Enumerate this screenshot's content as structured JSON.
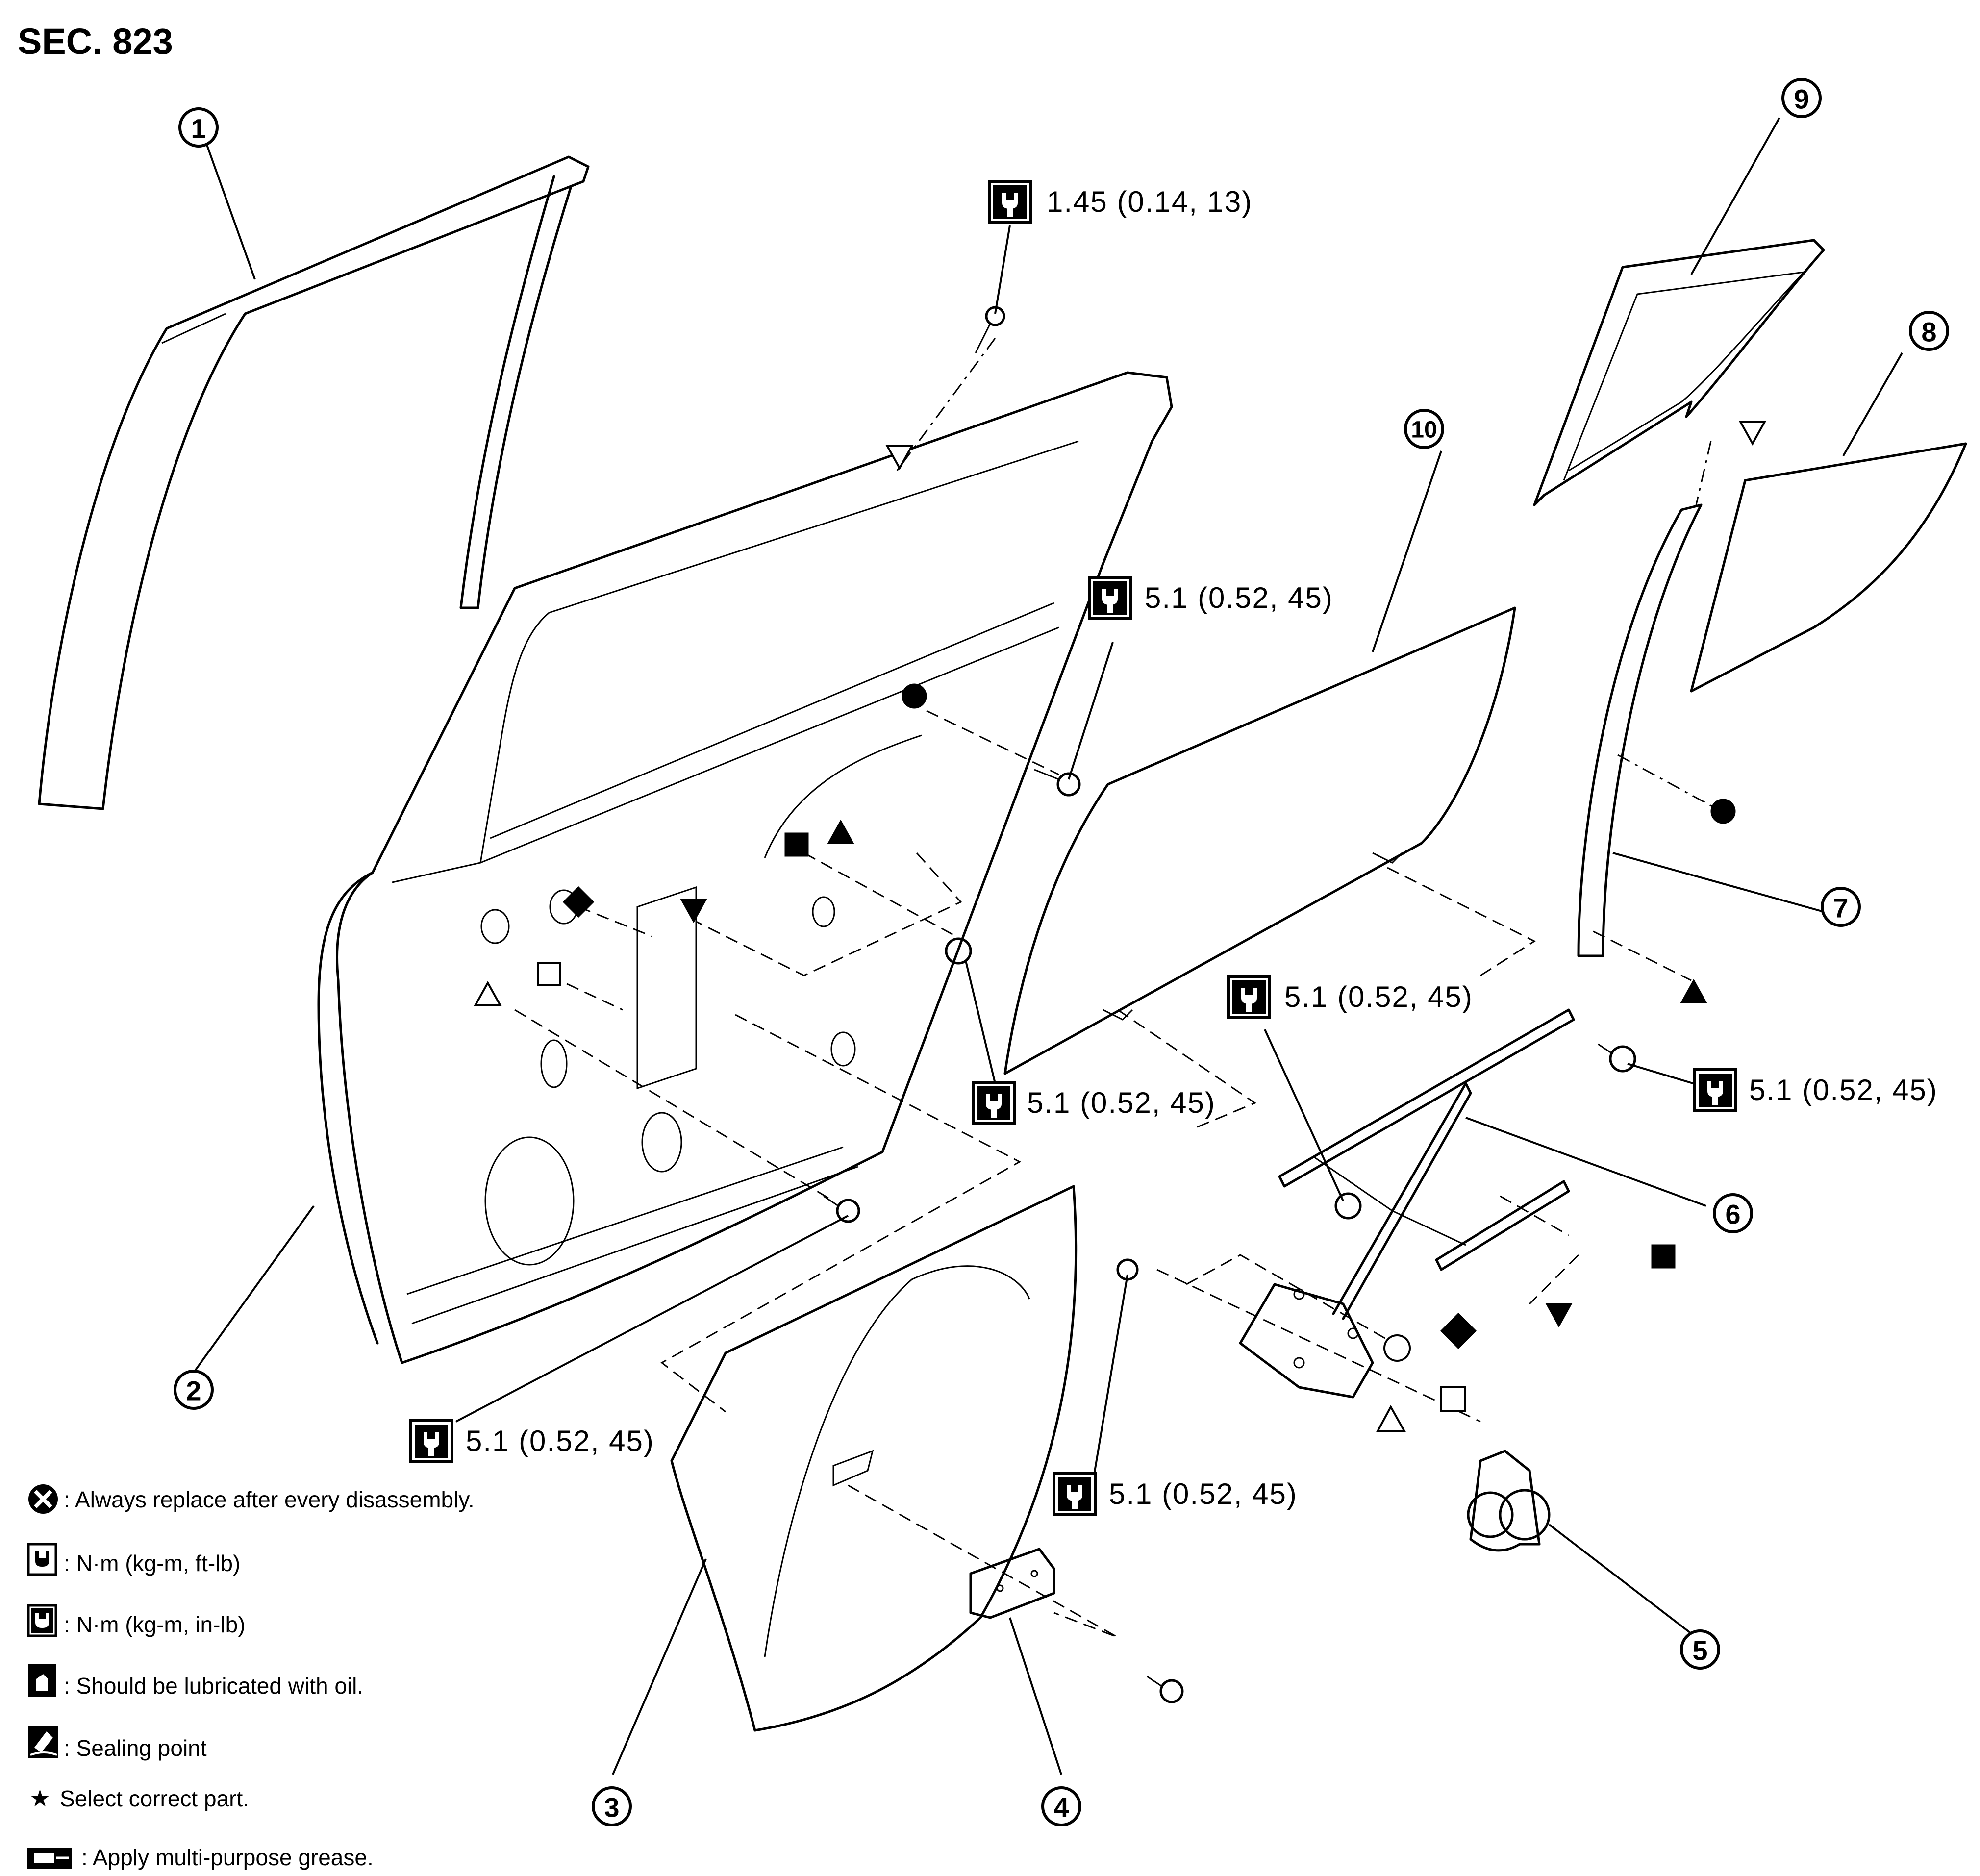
{
  "section_label": "SEC. 823",
  "callouts": [
    "1",
    "2",
    "3",
    "4",
    "5",
    "6",
    "7",
    "8",
    "9",
    "10"
  ],
  "torque_specs": [
    "1.45 (0.14, 13)",
    "5.1 (0.52, 45)",
    "5.1 (0.52, 45)",
    "5.1 (0.52, 45)",
    "5.1 (0.52, 45)",
    "5.1 (0.52, 45)",
    "5.1 (0.52, 45)"
  ],
  "legend": [
    {
      "icon": "replace-icon",
      "text": ": Always replace after every disassembly."
    },
    {
      "icon": "torque-ft-lb-icon",
      "text": ": N·m (kg-m, ft-lb)"
    },
    {
      "icon": "torque-in-lb-icon",
      "text": ": N·m (kg-m, in-lb)"
    },
    {
      "icon": "oil-can-icon",
      "text": ": Should be lubricated with oil."
    },
    {
      "icon": "sealing-point-icon",
      "text": ": Sealing point"
    },
    {
      "icon": "star-icon",
      "text": "Select correct part."
    },
    {
      "icon": "grease-icon",
      "text": ": Apply multi-purpose grease."
    }
  ]
}
